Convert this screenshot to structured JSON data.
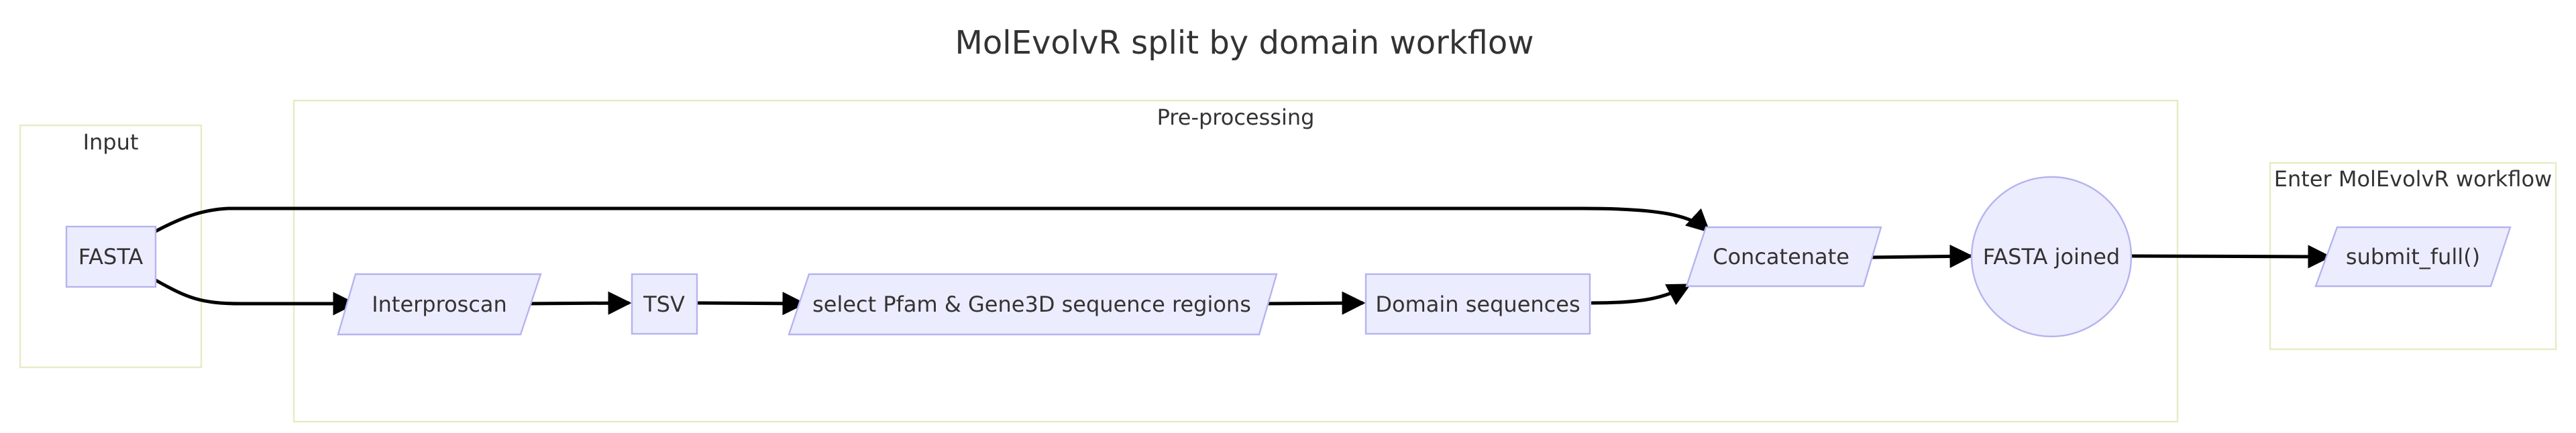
{
  "title": "MolEvolvR split by domain workflow",
  "clusters": {
    "input": {
      "label": "Input"
    },
    "preprocessing": {
      "label": "Pre-processing"
    },
    "enter_workflow": {
      "label": "Enter MolEvolvR workflow"
    }
  },
  "nodes": {
    "fasta": {
      "label": "FASTA",
      "shape": "rect"
    },
    "interproscan": {
      "label": "Interproscan",
      "shape": "parallelogram"
    },
    "tsv": {
      "label": "TSV",
      "shape": "rect"
    },
    "select_regions": {
      "label": "select Pfam & Gene3D sequence regions",
      "shape": "parallelogram"
    },
    "domain_sequences": {
      "label": "Domain sequences",
      "shape": "rect"
    },
    "concatenate": {
      "label": "Concatenate",
      "shape": "parallelogram"
    },
    "fasta_joined": {
      "label": "FASTA joined",
      "shape": "circle"
    },
    "submit_full": {
      "label": "submit_full()",
      "shape": "parallelogram"
    }
  },
  "edges": [
    {
      "from": "fasta",
      "to": "concatenate"
    },
    {
      "from": "fasta",
      "to": "interproscan"
    },
    {
      "from": "interproscan",
      "to": "tsv"
    },
    {
      "from": "tsv",
      "to": "select_regions"
    },
    {
      "from": "select_regions",
      "to": "domain_sequences"
    },
    {
      "from": "domain_sequences",
      "to": "concatenate"
    },
    {
      "from": "concatenate",
      "to": "fasta_joined"
    },
    {
      "from": "fasta_joined",
      "to": "submit_full"
    }
  ],
  "colors": {
    "node_fill": "#ececff",
    "node_stroke": "#b4b4ee",
    "cluster_stroke": "#e8eac4",
    "edge": "#000000",
    "text": "#333333"
  }
}
